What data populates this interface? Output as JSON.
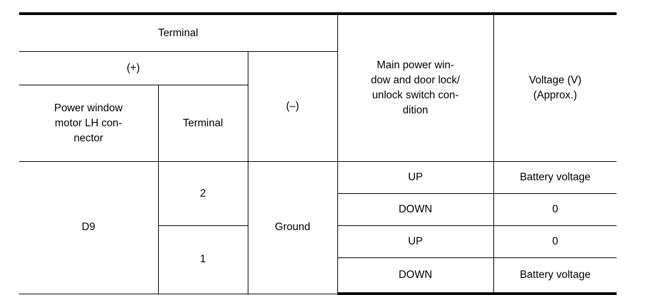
{
  "table": {
    "title_row": {
      "terminal_group_label": "Terminal"
    },
    "sign_row": {
      "positive_label": "(+)",
      "negative_label": "(–)",
      "switch_condition_label": "Main power window and door lock/unlock switch condition",
      "voltage_label_line1": "Voltage (V)",
      "voltage_label_line2": "(Approx.)"
    },
    "subheader_row": {
      "connector_label_line1": "Power window",
      "connector_label_line2": "motor LH con-",
      "connector_label_line3": "nector",
      "terminal_label": "Terminal"
    },
    "switch_condition_lines": [
      "Main power win-",
      "dow and door lock/",
      "unlock switch con-",
      "dition"
    ],
    "body": {
      "connector": "D9",
      "negative": "Ground",
      "groups": [
        {
          "terminal": "2",
          "rows": [
            {
              "condition": "UP",
              "voltage": "Battery voltage"
            },
            {
              "condition": "DOWN",
              "voltage": "0"
            }
          ]
        },
        {
          "terminal": "1",
          "rows": [
            {
              "condition": "UP",
              "voltage": "0"
            },
            {
              "condition": "DOWN",
              "voltage": "Battery voltage"
            }
          ]
        }
      ]
    }
  },
  "colors": {
    "rule": "#000000",
    "text": "#000000",
    "background": "#ffffff"
  }
}
